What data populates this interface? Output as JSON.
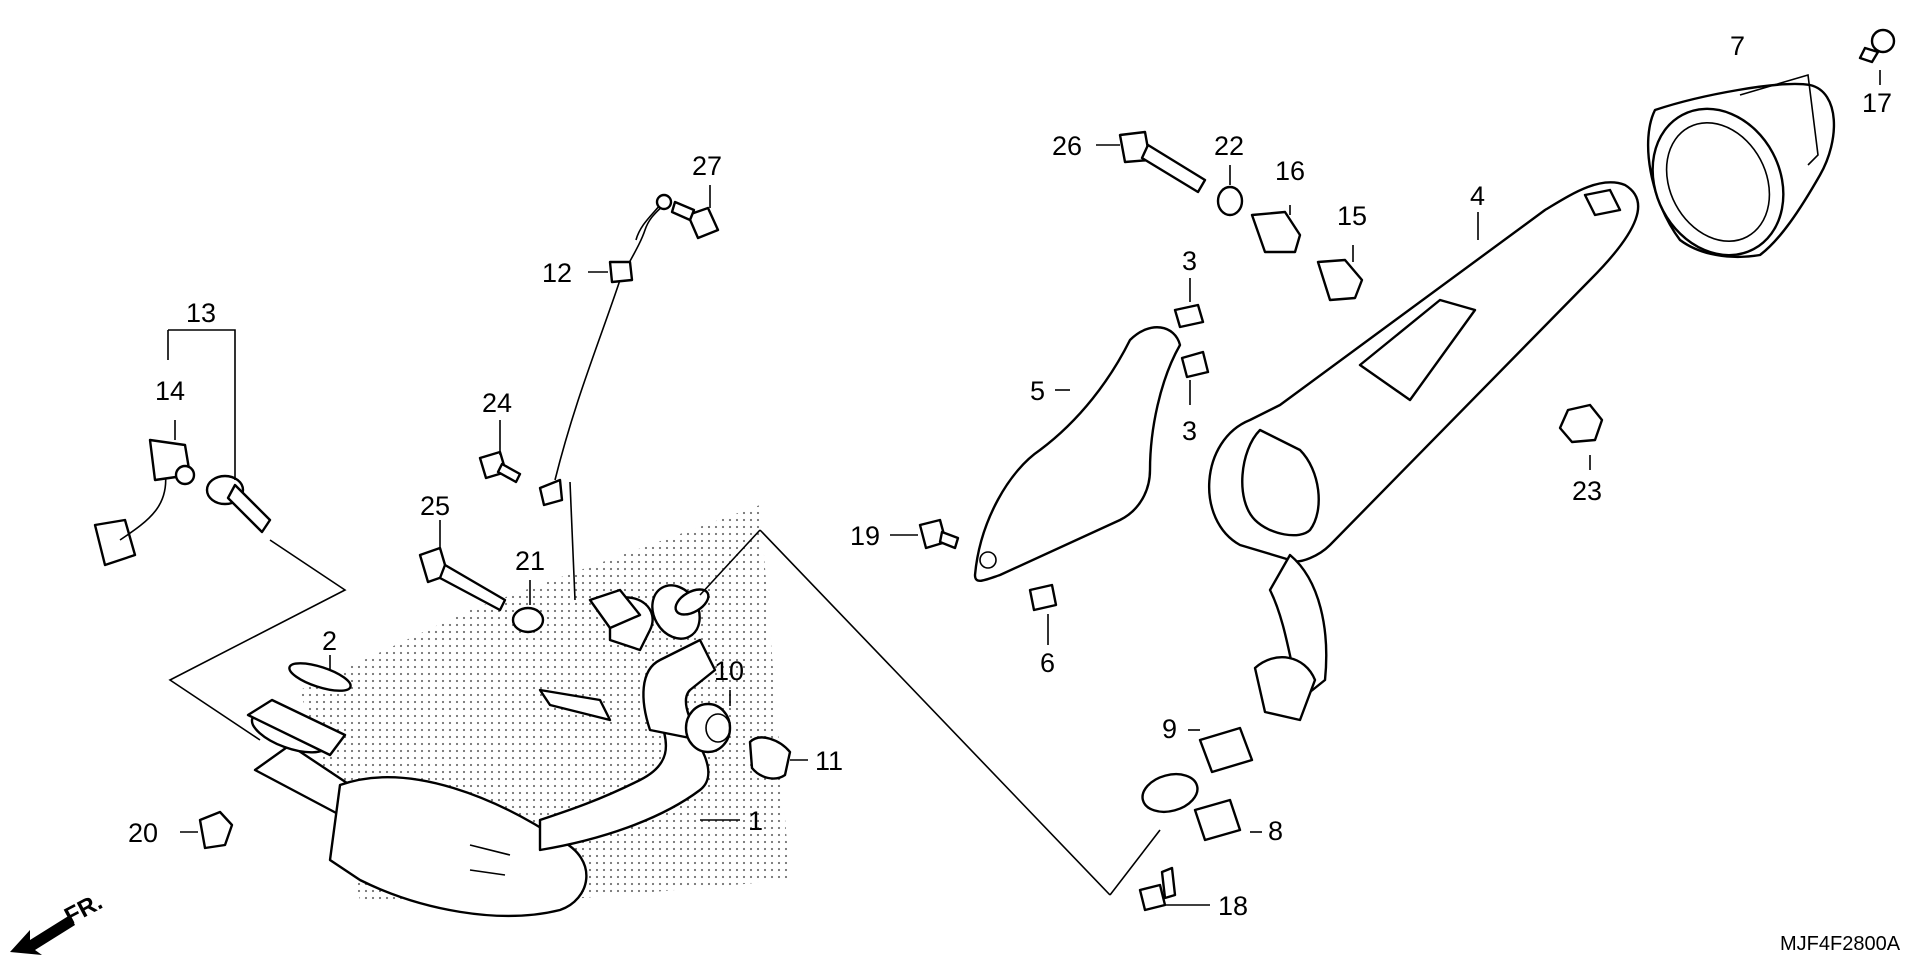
{
  "diagram": {
    "code": "MJF4F2800A",
    "direction": "FR.",
    "callouts": [
      {
        "id": "c1",
        "text": "1"
      },
      {
        "id": "c2",
        "text": "2"
      },
      {
        "id": "c3a",
        "text": "3"
      },
      {
        "id": "c3b",
        "text": "3"
      },
      {
        "id": "c4",
        "text": "4"
      },
      {
        "id": "c5",
        "text": "5"
      },
      {
        "id": "c6",
        "text": "6"
      },
      {
        "id": "c7",
        "text": "7"
      },
      {
        "id": "c8",
        "text": "8"
      },
      {
        "id": "c9",
        "text": "9"
      },
      {
        "id": "c10",
        "text": "10"
      },
      {
        "id": "c11",
        "text": "11"
      },
      {
        "id": "c12",
        "text": "12"
      },
      {
        "id": "c13",
        "text": "13"
      },
      {
        "id": "c14",
        "text": "14"
      },
      {
        "id": "c15",
        "text": "15"
      },
      {
        "id": "c16",
        "text": "16"
      },
      {
        "id": "c17",
        "text": "17"
      },
      {
        "id": "c18",
        "text": "18"
      },
      {
        "id": "c19",
        "text": "19"
      },
      {
        "id": "c20",
        "text": "20"
      },
      {
        "id": "c21",
        "text": "21"
      },
      {
        "id": "c22",
        "text": "22"
      },
      {
        "id": "c23",
        "text": "23"
      },
      {
        "id": "c24",
        "text": "24"
      },
      {
        "id": "c25",
        "text": "25"
      },
      {
        "id": "c26",
        "text": "26"
      },
      {
        "id": "c27",
        "text": "27"
      }
    ]
  }
}
